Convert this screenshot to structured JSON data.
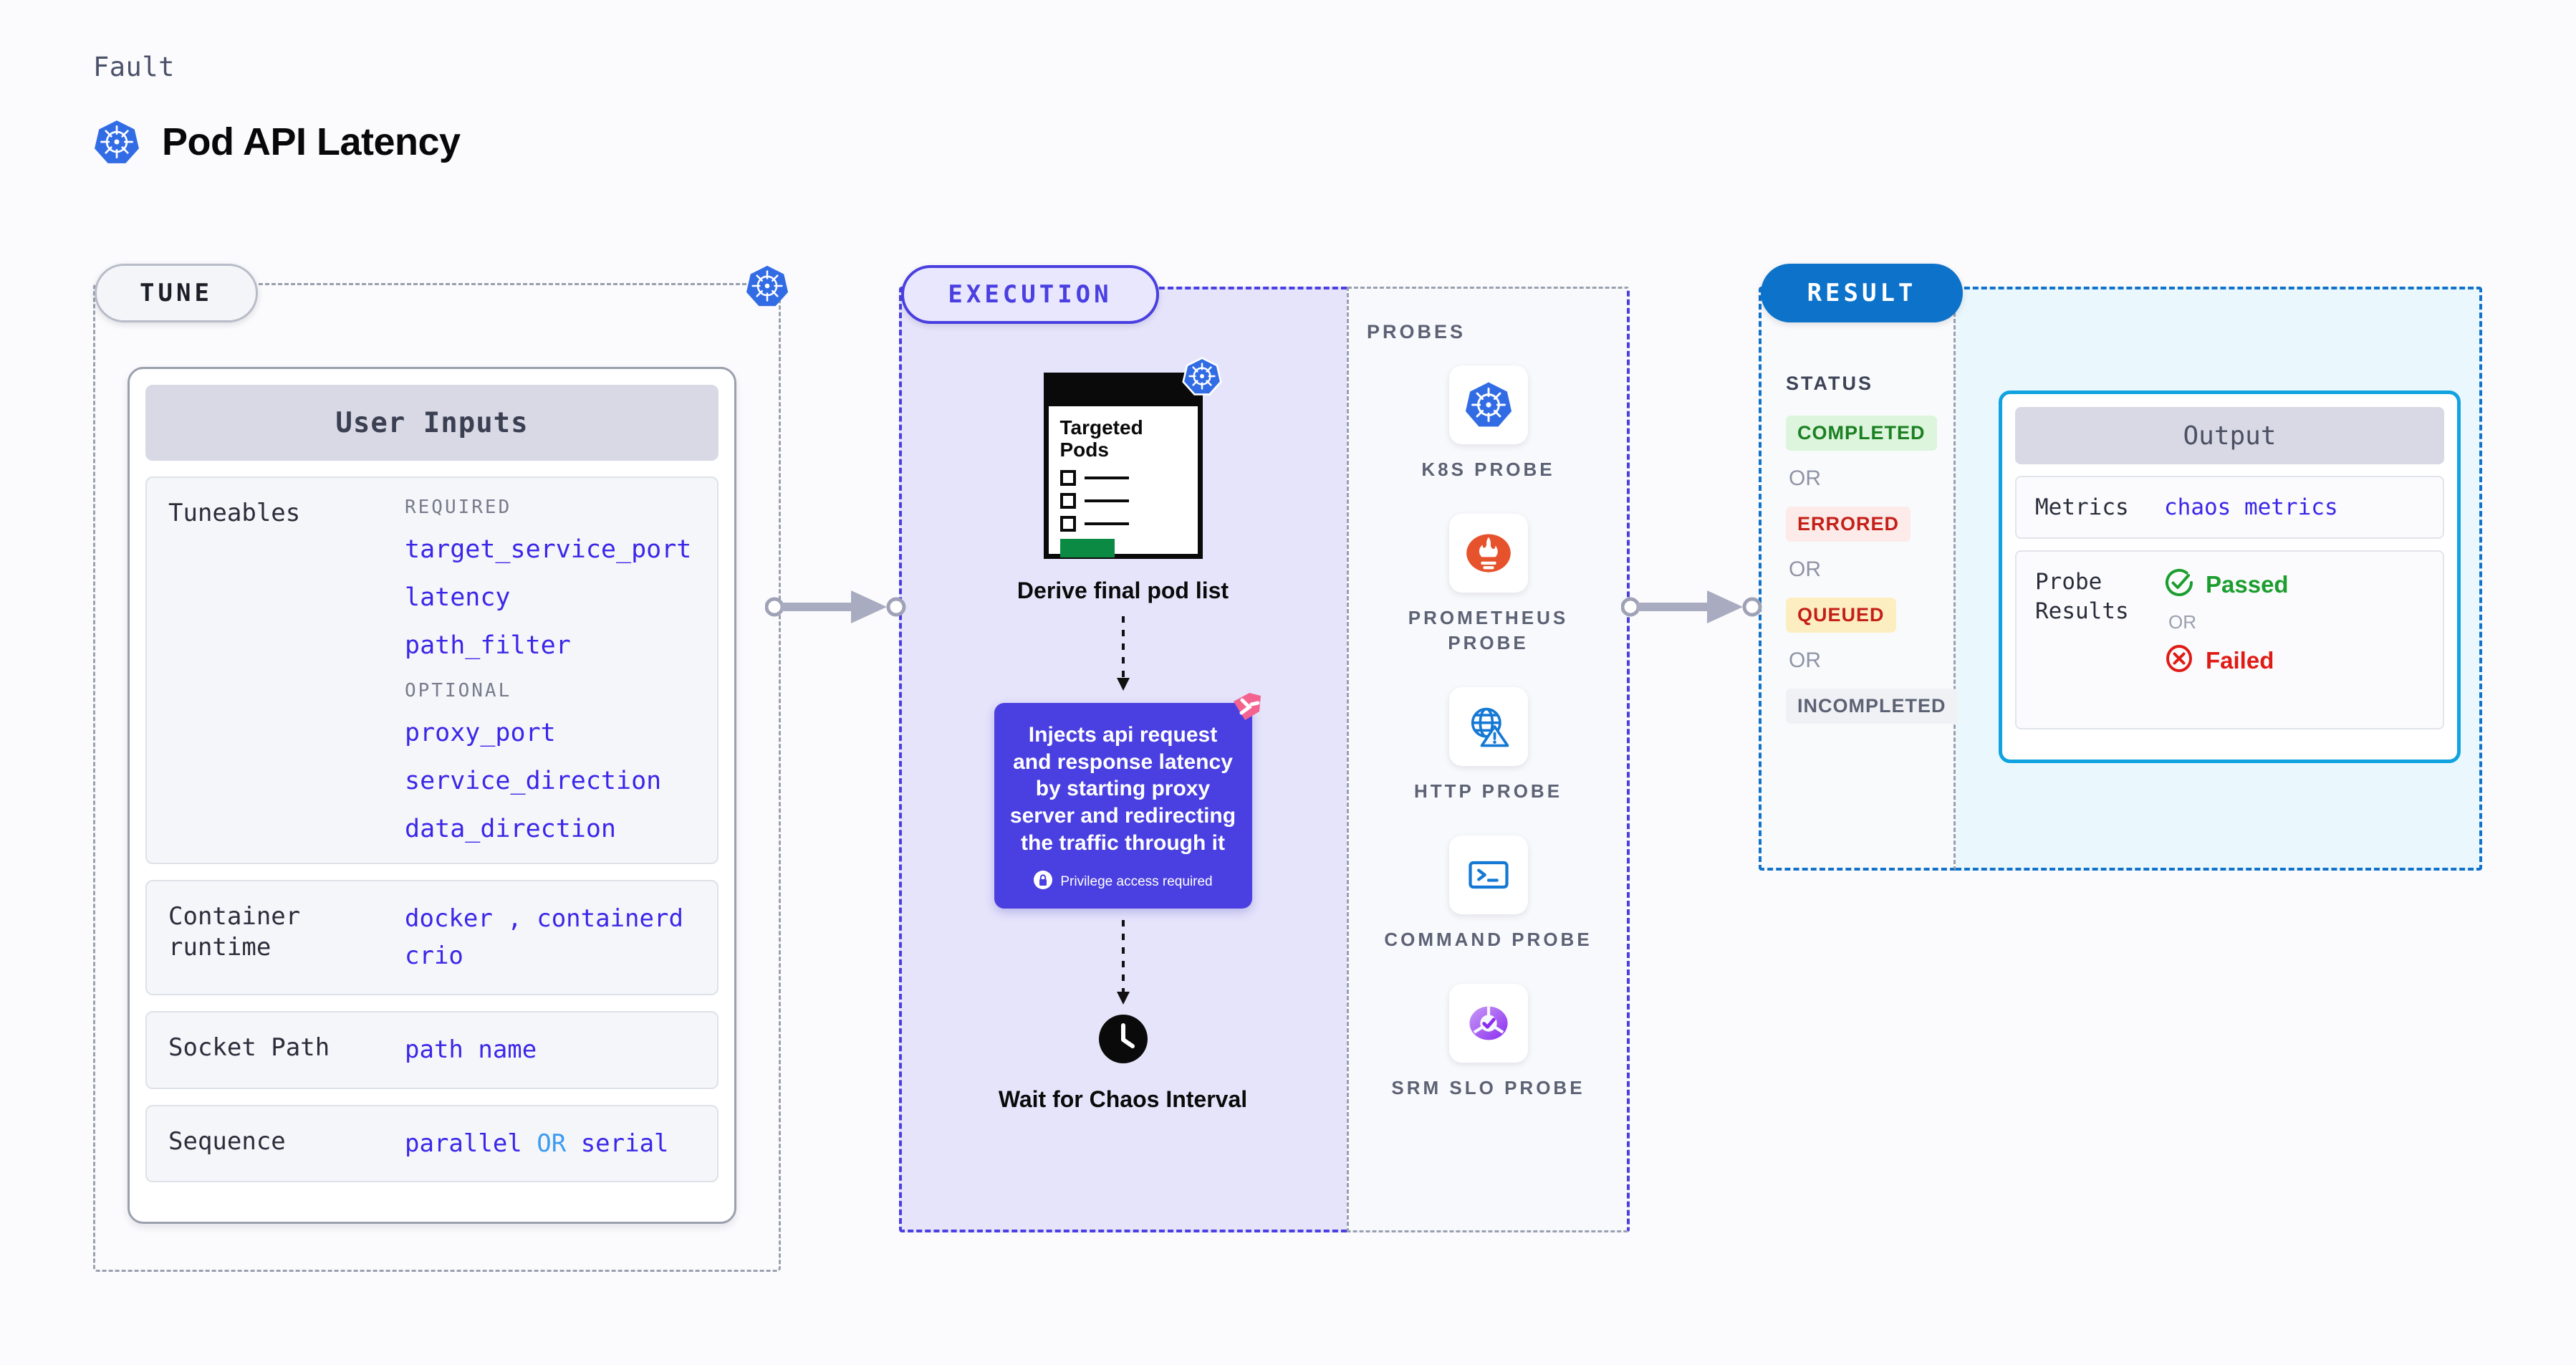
{
  "header": {
    "eyebrow": "Fault",
    "title": "Pod API Latency",
    "icon": "kubernetes-icon"
  },
  "stages": {
    "tune": "TUNE",
    "execution": "EXECUTION",
    "result": "RESULT"
  },
  "tune": {
    "card_title": "User Inputs",
    "tuneables": {
      "label": "Tuneables",
      "required_label": "REQUIRED",
      "required": [
        "target_service_port",
        "latency",
        "path_filter"
      ],
      "optional_label": "OPTIONAL",
      "optional": [
        "proxy_port",
        "service_direction",
        "data_direction"
      ]
    },
    "container_runtime": {
      "label": "Container runtime",
      "values_line1": "docker , containerd",
      "values_line2": "crio"
    },
    "socket_path": {
      "label": "Socket Path",
      "value": "path name"
    },
    "sequence": {
      "label": "Sequence",
      "value_a": "parallel",
      "or": "OR",
      "value_b": "serial"
    }
  },
  "execution": {
    "pods_doc": {
      "title": "Targeted Pods",
      "icon": "kubernetes-icon",
      "checkbox_rows": 3
    },
    "step1_label": "Derive final pod list",
    "inject_card": {
      "text": "Injects api request and response latency by starting proxy server and redirecting the traffic through it",
      "privilege_note": "Privilege access required",
      "lock_icon": "lock-icon",
      "brand_icon": "harness-logo-icon",
      "color": "#4a3fe0"
    },
    "step2_label": "Wait for Chaos Interval",
    "clock_icon": "clock-icon"
  },
  "probes": {
    "heading": "PROBES",
    "items": [
      {
        "name": "K8S PROBE",
        "icon": "kubernetes-icon"
      },
      {
        "name": "PROMETHEUS PROBE",
        "icon": "prometheus-icon"
      },
      {
        "name": "HTTP PROBE",
        "icon": "http-globe-warning-icon"
      },
      {
        "name": "COMMAND PROBE",
        "icon": "terminal-icon"
      },
      {
        "name": "SRM SLO PROBE",
        "icon": "srm-slo-icon"
      }
    ]
  },
  "result": {
    "status_heading": "STATUS",
    "or": "OR",
    "statuses": [
      {
        "label": "COMPLETED",
        "bg": "#dcf5dc",
        "fg": "#1b8022"
      },
      {
        "label": "ERRORED",
        "bg": "#fcebe9",
        "fg": "#c42018"
      },
      {
        "label": "QUEUED",
        "bg": "#fdeec2",
        "fg": "#c42018"
      },
      {
        "label": "INCOMPLETED",
        "bg": "#f0f1f5",
        "fg": "#5c6274"
      }
    ],
    "output": {
      "card_title": "Output",
      "metrics_label": "Metrics",
      "metrics_value": "chaos metrics",
      "probe_results_label": "Probe Results",
      "passed": "Passed",
      "failed": "Failed",
      "or": "OR",
      "passed_icon": "check-circle-icon",
      "failed_icon": "x-circle-icon"
    }
  },
  "colors": {
    "accent_purple": "#4a3fe0",
    "accent_blue": "#0d72c9",
    "link_blue": "#3b27e8",
    "k8s_blue": "#326ce5",
    "harness_pink": "#f4628f"
  }
}
